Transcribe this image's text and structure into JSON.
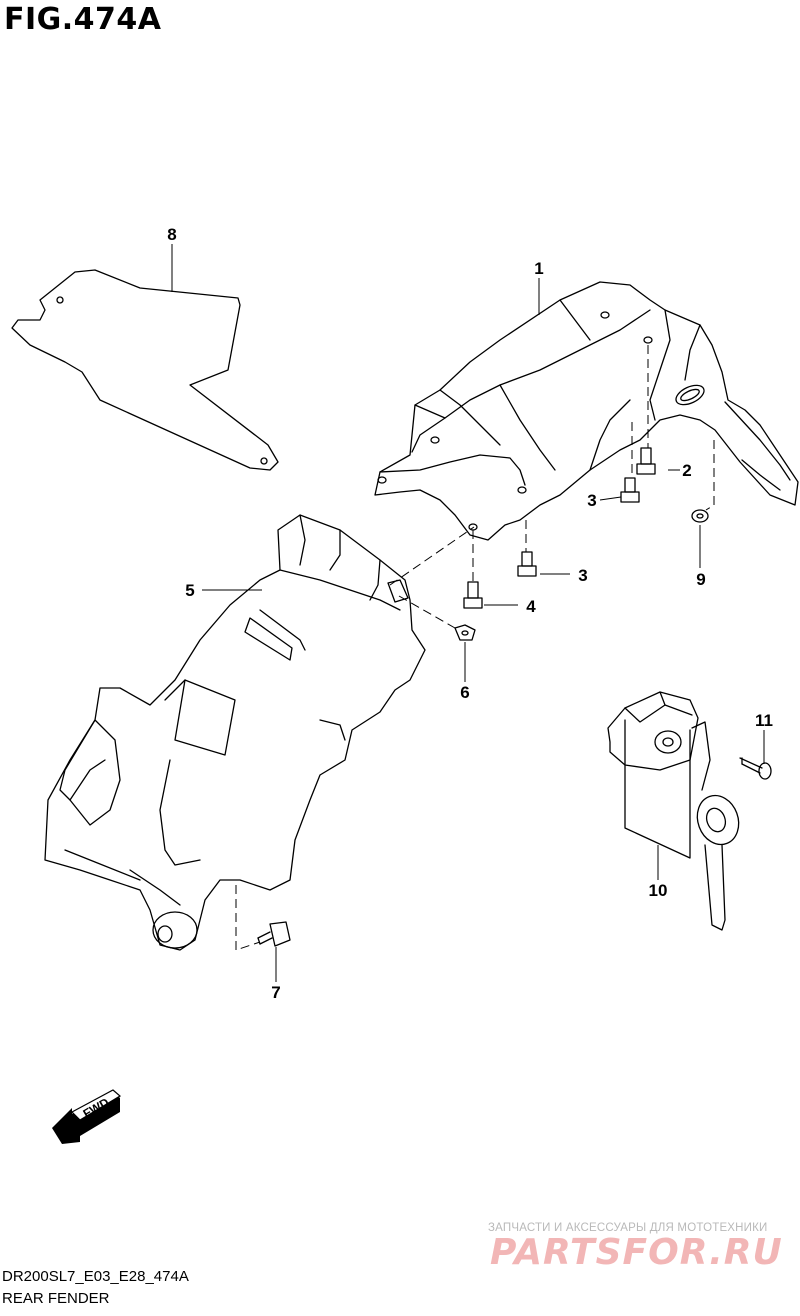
{
  "figure": {
    "title": "FIG.474A"
  },
  "callouts": [
    "1",
    "2",
    "3",
    "3",
    "4",
    "5",
    "6",
    "7",
    "8",
    "9",
    "10",
    "11"
  ],
  "fwd_label": "FWD",
  "footer": {
    "code": "DR200SL7_E03_E28_474A",
    "name": "REAR FENDER"
  },
  "watermark": {
    "subtitle": "ЗАПЧАСТИ И АКСЕССУАРЫ ДЛЯ МОТОТЕХНИКИ",
    "logo": "PARTSFOR.RU"
  },
  "colors": {
    "line": "#000000",
    "watermark_logo": "#f2b6b6",
    "watermark_text": "#b9b9b9"
  }
}
